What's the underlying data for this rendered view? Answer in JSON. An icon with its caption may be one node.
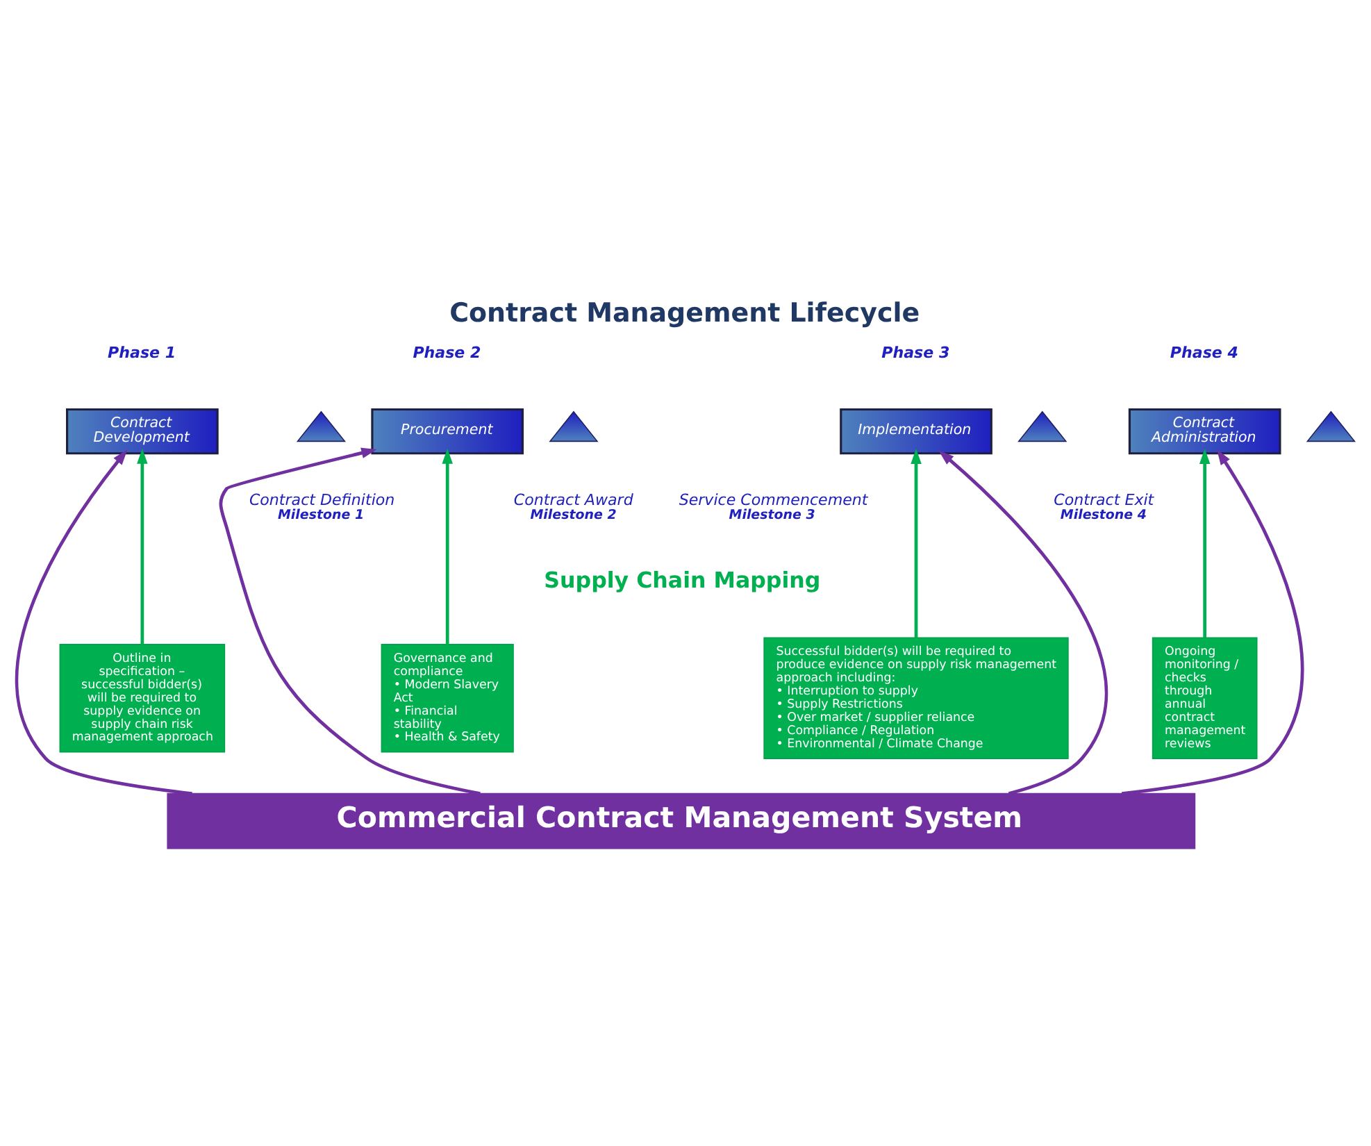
{
  "diagram": {
    "title": "Contract Management Lifecycle",
    "nodes": [
      {
        "text": [
          "Contract Development"
        ],
        "beside": [
          "Phase 1"
        ]
      },
      {
        "text": [],
        "shape": "triangle",
        "beside": [
          "Contract Definition",
          "Milestone 1"
        ]
      },
      {
        "text": [
          "Procurement"
        ],
        "beside": [
          "Phase 2"
        ]
      },
      {
        "text": [],
        "shape": "triangle",
        "beside": [
          "Contract Award",
          "Milestone 2"
        ]
      },
      {
        "text": [
          "Implementation"
        ],
        "beside": [
          "Phase 3"
        ]
      },
      {
        "text": [],
        "shape": "triangle",
        "beside": [
          "Service Commencement",
          "Milestone 3"
        ]
      },
      {
        "text": [
          "Contract Administration"
        ],
        "beside": [
          "Phase 4"
        ]
      },
      {
        "text": [],
        "shape": "triangle",
        "beside": [
          "Contract Exit",
          "Milestone 4"
        ]
      },
      {
        "text": [
          "Outline in specification – successful bidder(s) will be required to supply evidence on supply chain risk management approach"
        ]
      },
      {
        "text": [
          "Governance and compliance",
          "• Modern Slavery Act",
          "• Financial stability",
          "• Health & Safety"
        ]
      },
      {
        "text": [
          "Successful bidder(s) will be required to produce evidence on supply risk management approach including:",
          "• Interruption to supply",
          "• Supply Restrictions",
          "• Over market / supplier reliance",
          "• Compliance / Regulation",
          "• Environmental / Climate Change"
        ]
      },
      {
        "text": [
          "Ongoing monitoring / checks through annual contract management reviews"
        ]
      },
      {
        "text": [
          "Commercial Contract Management System"
        ]
      }
    ],
    "edges": [
      {
        "from": 12,
        "to": 0,
        "arrow": "to",
        "color": "#7030a0"
      },
      {
        "from": 8,
        "to": 0,
        "arrow": "to",
        "color": "#00b050"
      },
      {
        "from": 9,
        "to": 2,
        "arrow": "to",
        "color": "#00b050"
      },
      {
        "from": 12,
        "to": 2,
        "arrow": "to",
        "color": "#7030a0"
      },
      {
        "from": 12,
        "to": 4,
        "arrow": "to",
        "color": "#7030a0"
      },
      {
        "from": 10,
        "to": 4,
        "arrow": "to",
        "color": "#00b050"
      },
      {
        "from": 12,
        "to": 6,
        "arrow": "to",
        "color": "#7030a0"
      },
      {
        "from": 11,
        "to": 6,
        "arrow": "to",
        "color": "#00b050"
      }
    ],
    "labels": [
      "Supply Chain Mapping"
    ]
  }
}
